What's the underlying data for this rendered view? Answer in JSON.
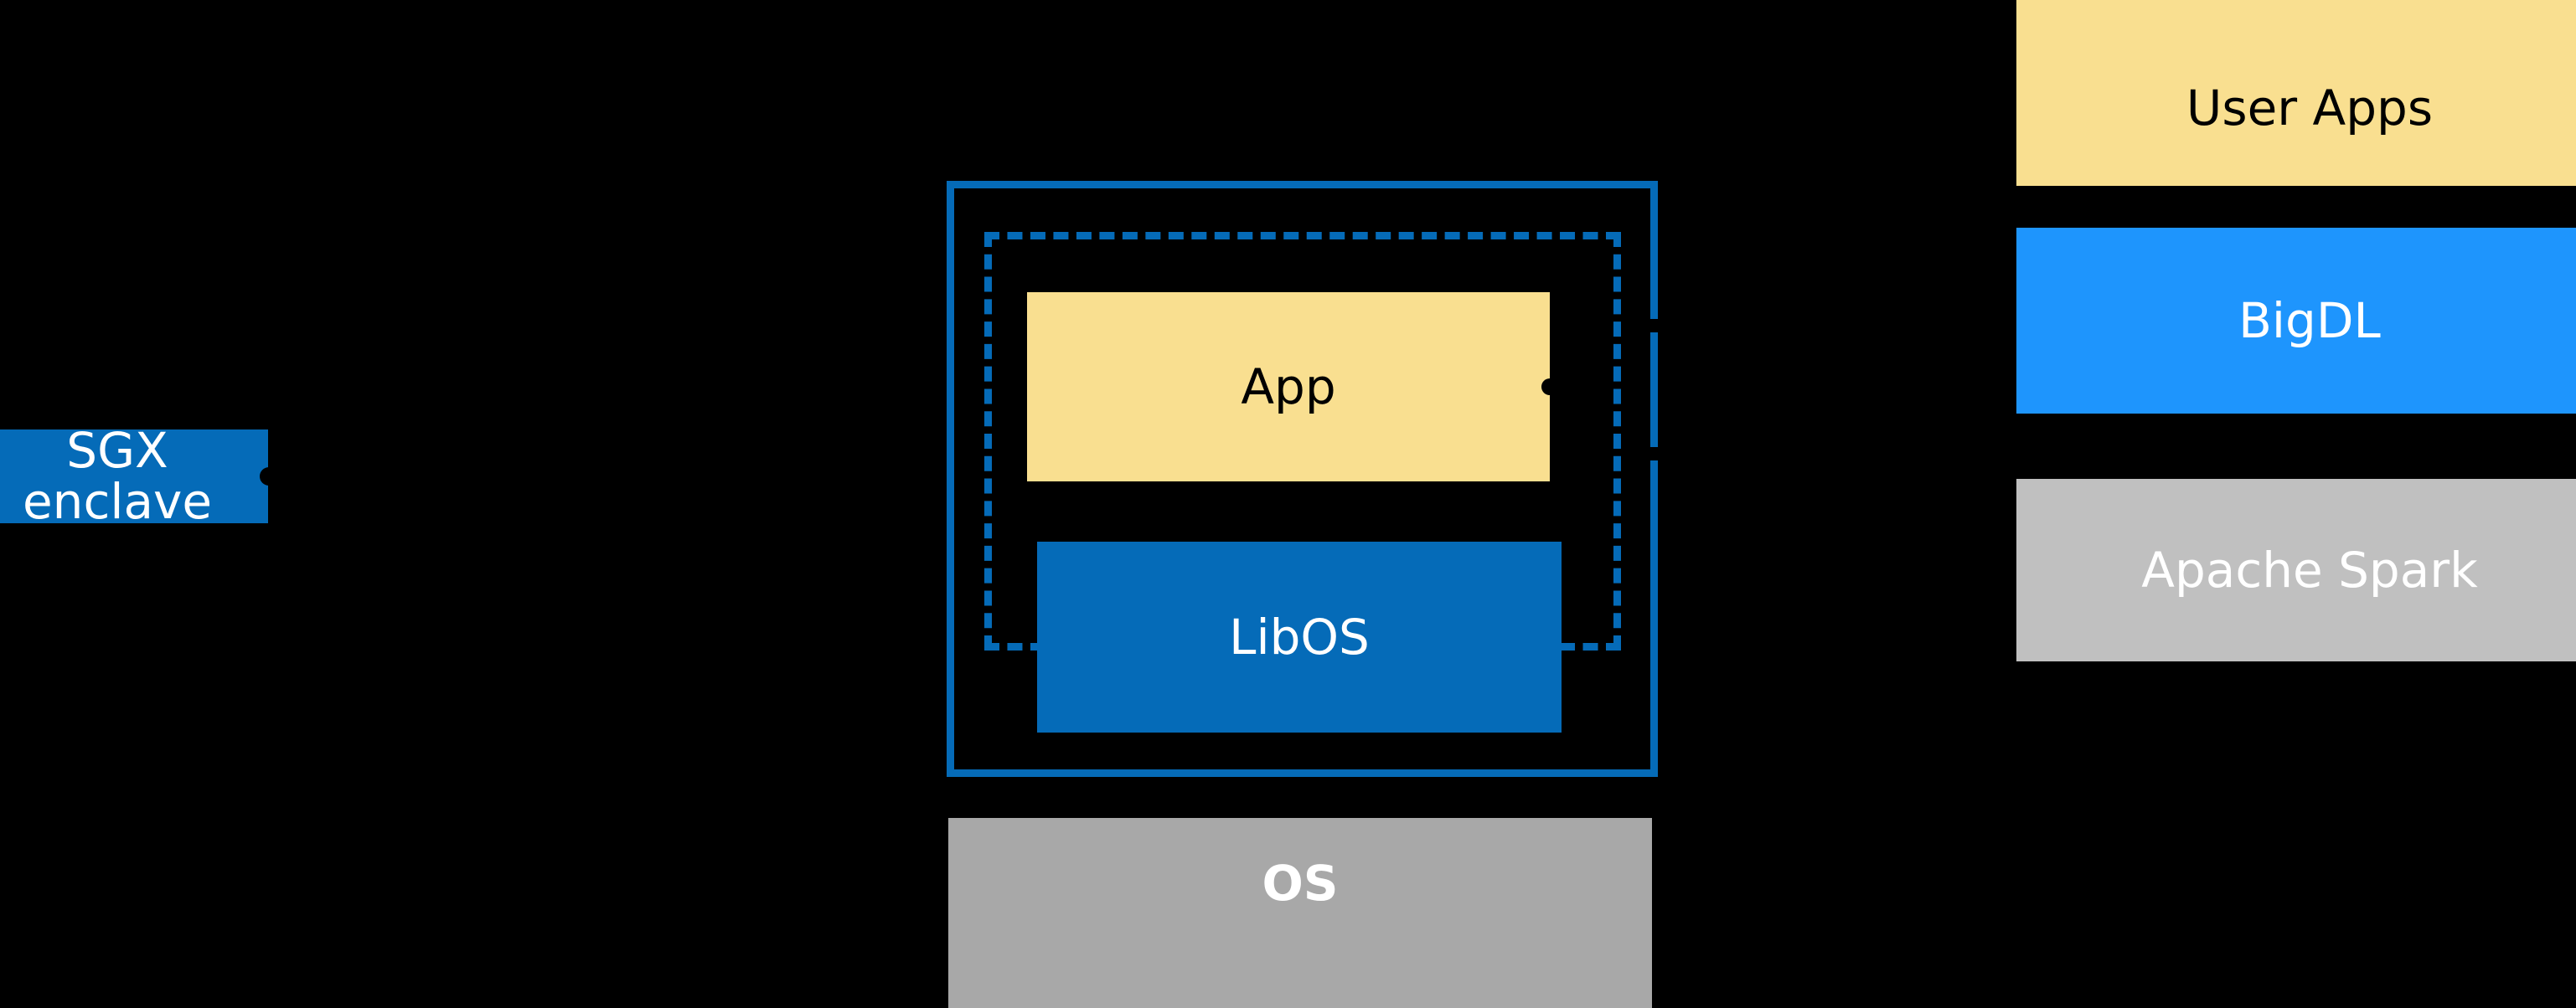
{
  "diagram": {
    "background_color": "#000000",
    "palette": {
      "yellow": "#F9DF90",
      "blue_dark": "#056BB8",
      "blue_light": "#1E95FD",
      "gray_light": "#C0C0C0",
      "gray_mid": "#A8A8A8",
      "white": "#FFFFFF",
      "black": "#000000"
    },
    "left_group": {
      "sgx_enclave": {
        "label": "SGX enclave",
        "fill": "#056BB8",
        "text_color": "#FFFFFF"
      },
      "connector_icon": "arrow-head-icon"
    },
    "center_group": {
      "outer_frame": {
        "name": "enclave-frame-solid",
        "stroke": "#056BB8",
        "style": "solid"
      },
      "inner_frame": {
        "name": "enclave-frame-dashed",
        "stroke": "#056BB8",
        "style": "dashed"
      },
      "app": {
        "label": "App",
        "fill": "#F9DF90",
        "text_color": "#000000"
      },
      "libos": {
        "label": "LibOS",
        "fill": "#056BB8",
        "text_color": "#FFFFFF"
      },
      "os": {
        "label": "OS",
        "fill": "#A8A8A8",
        "text_color": "#FFFFFF"
      }
    },
    "right_stack": {
      "items": [
        {
          "label": "User Apps",
          "fill": "#F9DF90",
          "text_color": "#000000"
        },
        {
          "label": "BigDL",
          "fill": "#1E95FD",
          "text_color": "#FFFFFF"
        },
        {
          "label": "Apache Spark",
          "fill": "#C0C0C0",
          "text_color": "#FFFFFF"
        }
      ]
    }
  }
}
